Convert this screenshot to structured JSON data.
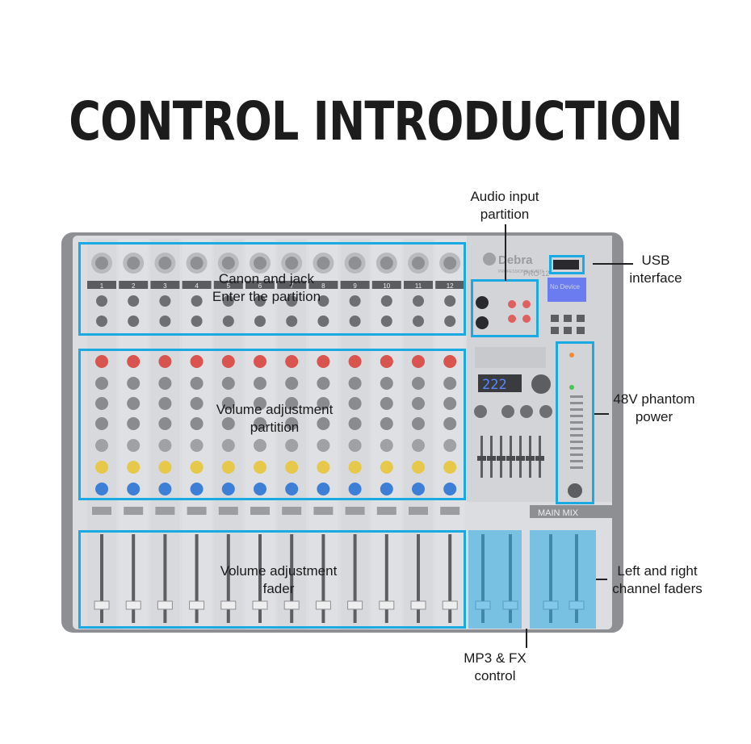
{
  "title": "CONTROL INTRODUCTION",
  "brand": {
    "logo_text": "Debra",
    "logo_sub": "PROFESSIONAL AUDIO",
    "model": "PRO-12",
    "display_text": "No Device",
    "fx_readout": "222",
    "main_mix_label": "MAIN MIX"
  },
  "channels": [
    "1",
    "2",
    "3",
    "4",
    "5",
    "6",
    "7",
    "8",
    "9",
    "10",
    "11",
    "12"
  ],
  "callouts": {
    "canon_jack": "Canon and jack\nEnter the partition",
    "volume_partition": "Volume adjustment\npartition",
    "volume_fader": "Volume adjustment\nfader",
    "audio_input": "Audio input\npartition",
    "usb": "USB\ninterface",
    "phantom": "48V phantom\npower",
    "lr_faders": "Left and right\nchannel faders",
    "mp3_fx": "MP3 & FX\ncontrol"
  },
  "colors": {
    "highlight": "#1aa9e3",
    "highlight_fill": "rgba(40,170,230,0.55)",
    "panel": "#d9dadc",
    "knob_red": "#d9534f",
    "knob_yellow": "#e6c84a",
    "knob_blue": "#3d7fd6",
    "lcd": "#6a7cf0"
  }
}
